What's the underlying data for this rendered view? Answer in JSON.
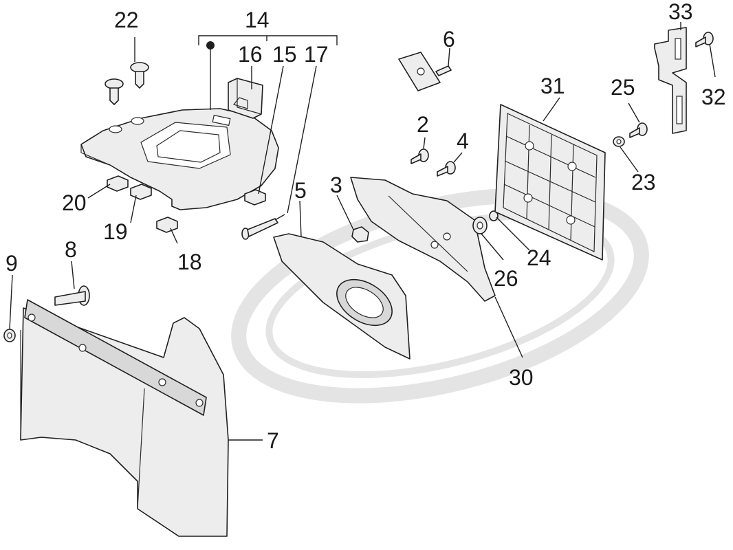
{
  "diagram": {
    "callouts": [
      {
        "id": "c22",
        "text": "22"
      },
      {
        "id": "c14",
        "text": "14"
      },
      {
        "id": "c16",
        "text": "16"
      },
      {
        "id": "c15",
        "text": "15"
      },
      {
        "id": "c17",
        "text": "17"
      },
      {
        "id": "c6",
        "text": "6"
      },
      {
        "id": "c33",
        "text": "33"
      },
      {
        "id": "c31",
        "text": "31"
      },
      {
        "id": "c25",
        "text": "25"
      },
      {
        "id": "c32",
        "text": "32"
      },
      {
        "id": "c2",
        "text": "2"
      },
      {
        "id": "c4",
        "text": "4"
      },
      {
        "id": "c3",
        "text": "3"
      },
      {
        "id": "c5",
        "text": "5"
      },
      {
        "id": "c23",
        "text": "23"
      },
      {
        "id": "c20",
        "text": "20"
      },
      {
        "id": "c19",
        "text": "19"
      },
      {
        "id": "c18",
        "text": "18"
      },
      {
        "id": "c24",
        "text": "24"
      },
      {
        "id": "c26",
        "text": "26"
      },
      {
        "id": "c9",
        "text": "9"
      },
      {
        "id": "c8",
        "text": "8"
      },
      {
        "id": "c30",
        "text": "30"
      },
      {
        "id": "c7",
        "text": "7"
      }
    ],
    "colors": {
      "line": "#1f1f1f",
      "part_fill": "#ededed",
      "watermark": "#e6e6e6",
      "background": "#ffffff"
    }
  }
}
